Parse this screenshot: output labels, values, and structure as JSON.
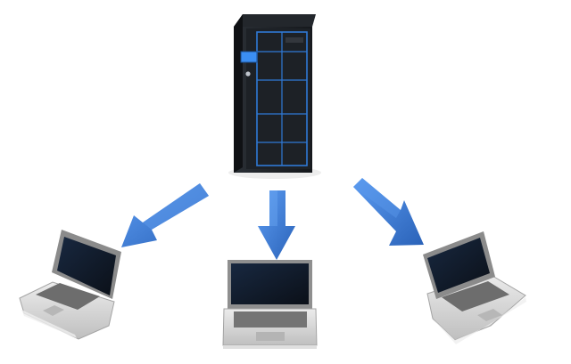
{
  "diagram": {
    "type": "server-to-clients",
    "nodes": [
      {
        "id": "server",
        "kind": "server-tower-icon"
      },
      {
        "id": "laptop-left",
        "kind": "laptop-icon"
      },
      {
        "id": "laptop-center",
        "kind": "laptop-icon"
      },
      {
        "id": "laptop-right",
        "kind": "laptop-icon"
      }
    ],
    "edges": [
      {
        "from": "server",
        "to": "laptop-left"
      },
      {
        "from": "server",
        "to": "laptop-center"
      },
      {
        "from": "server",
        "to": "laptop-right"
      }
    ]
  },
  "colors": {
    "background": "#ffffff",
    "server_body": "#1d2126",
    "server_side": "#121417",
    "server_accent": "#2f79d6",
    "server_panel": "#3b8ef2",
    "arrow": "#2f6fca",
    "arrow_highlight": "#4d8ee6",
    "laptop_body": "#d8d8d8",
    "laptop_screen": "#101928",
    "laptop_key": "#7c7c7c"
  }
}
